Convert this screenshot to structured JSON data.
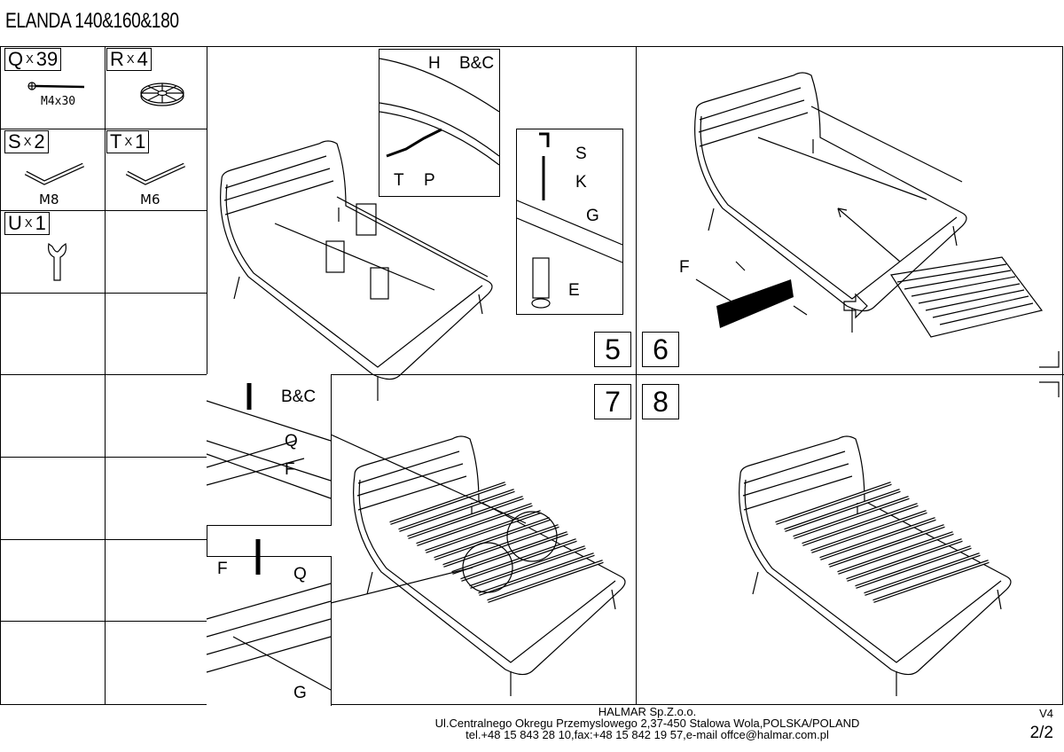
{
  "title": "ELANDA 140&160&180",
  "parts": [
    {
      "letter": "Q",
      "qty": "39",
      "caption": "M4x30",
      "icon": "screw-icon"
    },
    {
      "letter": "R",
      "qty": "4",
      "caption": "",
      "icon": "glide-pad-icon"
    },
    {
      "letter": "S",
      "qty": "2",
      "caption": "M8",
      "icon": "allen-key-icon"
    },
    {
      "letter": "T",
      "qty": "1",
      "caption": "M6",
      "icon": "allen-key-icon"
    },
    {
      "letter": "U",
      "qty": "1",
      "caption": "",
      "icon": "wrench-icon"
    }
  ],
  "x_mark": "X",
  "steps": {
    "s5": {
      "number": "5",
      "labels": {
        "H": "H",
        "BC": "B&C",
        "T": "T",
        "P": "P",
        "S": "S",
        "K": "K",
        "G": "G",
        "E": "E"
      }
    },
    "s6": {
      "number": "6",
      "labels": {
        "F": "F"
      }
    },
    "s7": {
      "number": "7",
      "labels": {
        "BC": "B&C",
        "Q1": "Q",
        "F1": "F",
        "F2": "F",
        "Q2": "Q",
        "G": "G"
      }
    },
    "s8": {
      "number": "8"
    }
  },
  "footer": {
    "company": "HALMAR Sp.Z.o.o.",
    "address": "Ul.Centralnego Okregu Przemyslowego 2,37-450 Stalowa Wola,POLSKA/POLAND",
    "contact": "tel.+48 15 843 28 10,fax:+48 15 842 19 57,e-mail offce@halmar.com.pl",
    "version": "V4",
    "page": "2/2"
  }
}
